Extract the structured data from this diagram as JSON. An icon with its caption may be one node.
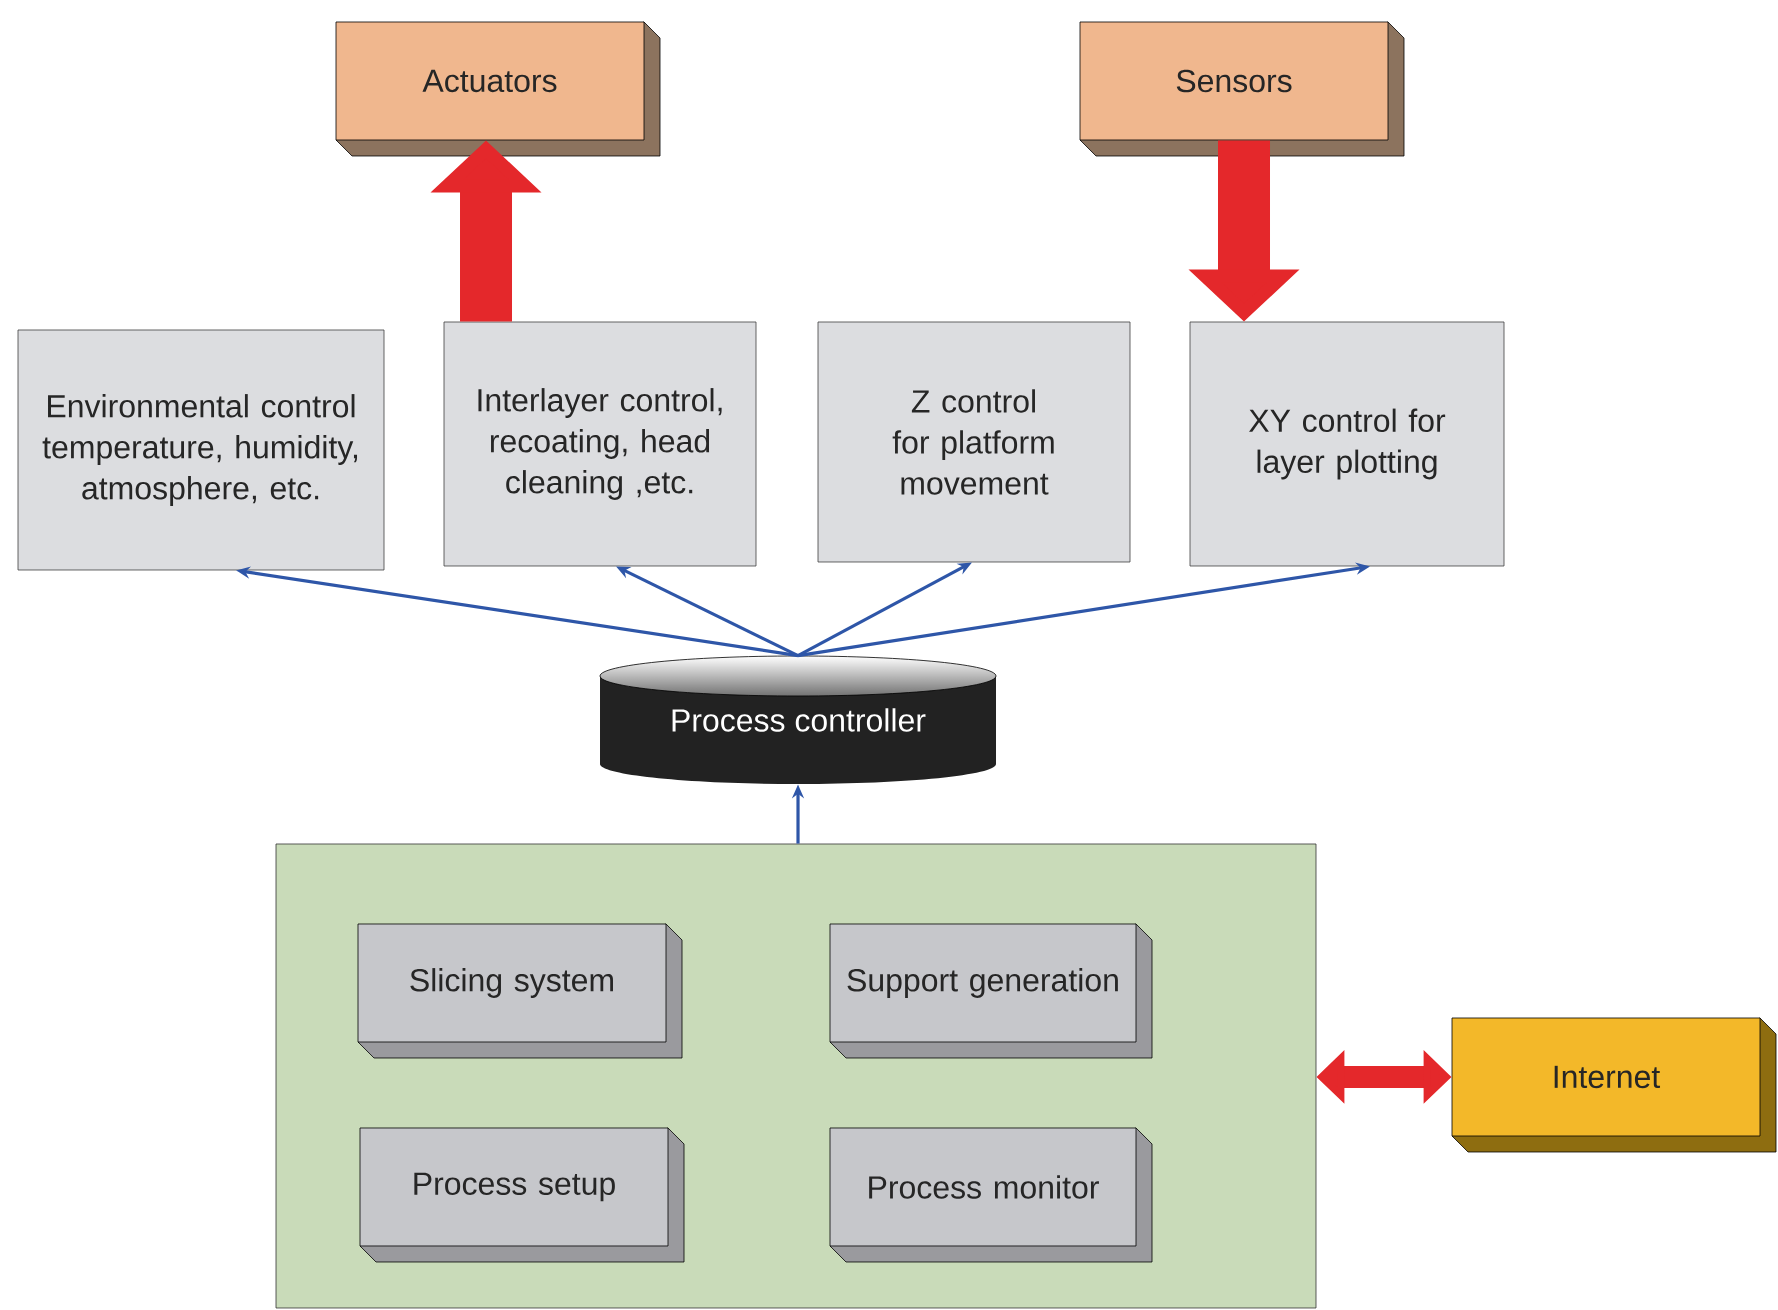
{
  "diagram": {
    "nodes": [
      {
        "text": [
          "Actuators"
        ]
      },
      {
        "text": [
          "Sensors"
        ]
      },
      {
        "text": [
          "Environmental control temperature, humidity, atmosphere, etc."
        ]
      },
      {
        "text": [
          "Interlayer control, recoating, head cleaning ,etc."
        ]
      },
      {
        "text": [
          "Z control for platform movement"
        ]
      },
      {
        "text": [
          "XY control for layer plotting"
        ]
      },
      {
        "text": [
          "Process controller"
        ]
      },
      {
        "text": [],
        "shape": "box"
      },
      {
        "text": [
          "Slicing system"
        ],
        "in": 7
      },
      {
        "text": [
          "Support generation"
        ],
        "in": 7
      },
      {
        "text": [
          "Process setup"
        ],
        "in": 7
      },
      {
        "text": [
          "Process monitor"
        ],
        "in": 7
      },
      {
        "text": [
          "Internet"
        ]
      }
    ],
    "edges": [
      {
        "from": 3,
        "to": 0,
        "arrow": "to",
        "style": "thick",
        "color": "#e4282b"
      },
      {
        "from": 1,
        "to": 5,
        "arrow": "to",
        "style": "thick",
        "color": "#e4282b"
      },
      {
        "from": 6,
        "to": 2,
        "arrow": "to"
      },
      {
        "from": 6,
        "to": 3,
        "arrow": "to"
      },
      {
        "from": 6,
        "to": 4,
        "arrow": "to"
      },
      {
        "from": 6,
        "to": 5,
        "arrow": "to"
      },
      {
        "from": 7,
        "to": 6,
        "arrow": "to"
      },
      {
        "from": 7,
        "to": 12,
        "arrow": "both",
        "style": "thick",
        "color": "#e4282b"
      }
    ]
  }
}
